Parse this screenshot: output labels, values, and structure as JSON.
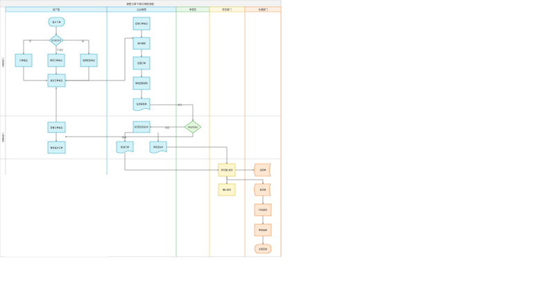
{
  "diagram": {
    "title": "销售订单下单与审核流程",
    "lanes": [
      "用户端",
      "后台管理",
      "审核员",
      "财务部门",
      "仓储部门"
    ],
    "phases": [
      "订单提交",
      "订单审核",
      ""
    ],
    "nodes": {
      "start": "客户下单",
      "decision1": "是否满足条件",
      "left_box": "订单备注",
      "mid_box": "填写订单信息",
      "right_box": "选择配送地址",
      "merge_box": "提交订单信息",
      "status_box": "查看订单信息",
      "feedback_box": "重新提交订单",
      "admin1": "接收订单信息",
      "admin2": "进行审核",
      "admin3": "处理订单",
      "admin4": "审核结果通知",
      "admin_doc": "生成审核单",
      "reject_box": "驳回原因通知用户",
      "doc_a": "取消订单",
      "doc_b": "审核通过单",
      "decision2": "审核是否通过",
      "fin1": "财务确认收款",
      "fin2": "确认收款",
      "wh_doc1": "出库单",
      "wh_doc2": "发货单",
      "wh3": "打包发货",
      "wh4": "物流运输",
      "end": "交易完成"
    },
    "edge_labels": {
      "cond_left": "否",
      "cond_right": "是",
      "cond_down": "不满足",
      "pass": "通过",
      "reject": "驳回",
      "cancel": "取消"
    }
  }
}
